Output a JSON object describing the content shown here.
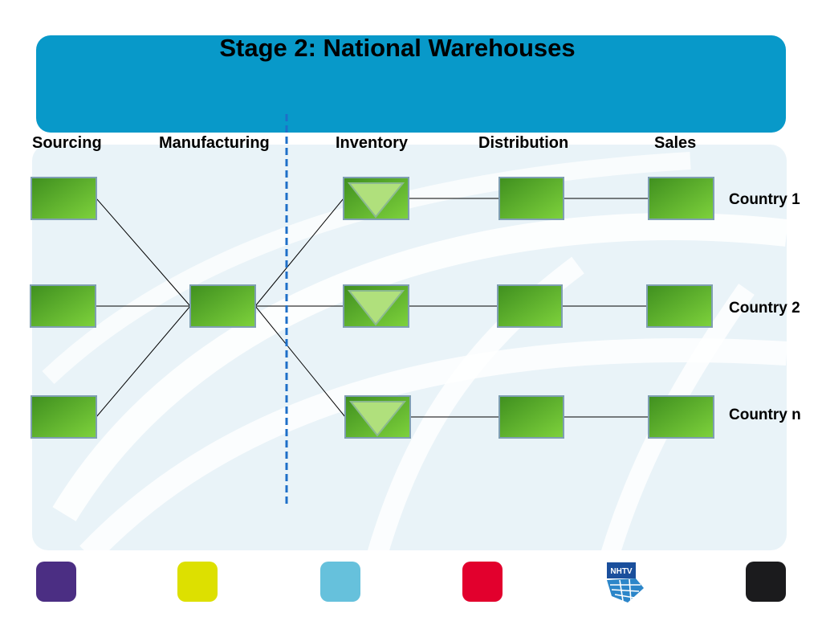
{
  "slide": {
    "title": "Stage 2: National Warehouses"
  },
  "stages": [
    {
      "key": "sourcing",
      "label": "Sourcing"
    },
    {
      "key": "manufacturing",
      "label": "Manufacturing"
    },
    {
      "key": "inventory",
      "label": "Inventory"
    },
    {
      "key": "distribution",
      "label": "Distribution"
    },
    {
      "key": "sales",
      "label": "Sales"
    }
  ],
  "countries": [
    "Country 1",
    "Country 2",
    "Country n"
  ],
  "colors": {
    "header": "#0899c9",
    "node_dark": "#3f8f1f",
    "node_light": "#7ed23c",
    "node_border": "#7f9fb2",
    "triangle": "#b0e07c",
    "divider": "#1e6fc8",
    "swatches": [
      "#4b2e83",
      "#dde000",
      "#66c1dc",
      "#e2002d",
      "#1b1b1d"
    ]
  },
  "footer": {
    "logo_text": "NHTV"
  }
}
